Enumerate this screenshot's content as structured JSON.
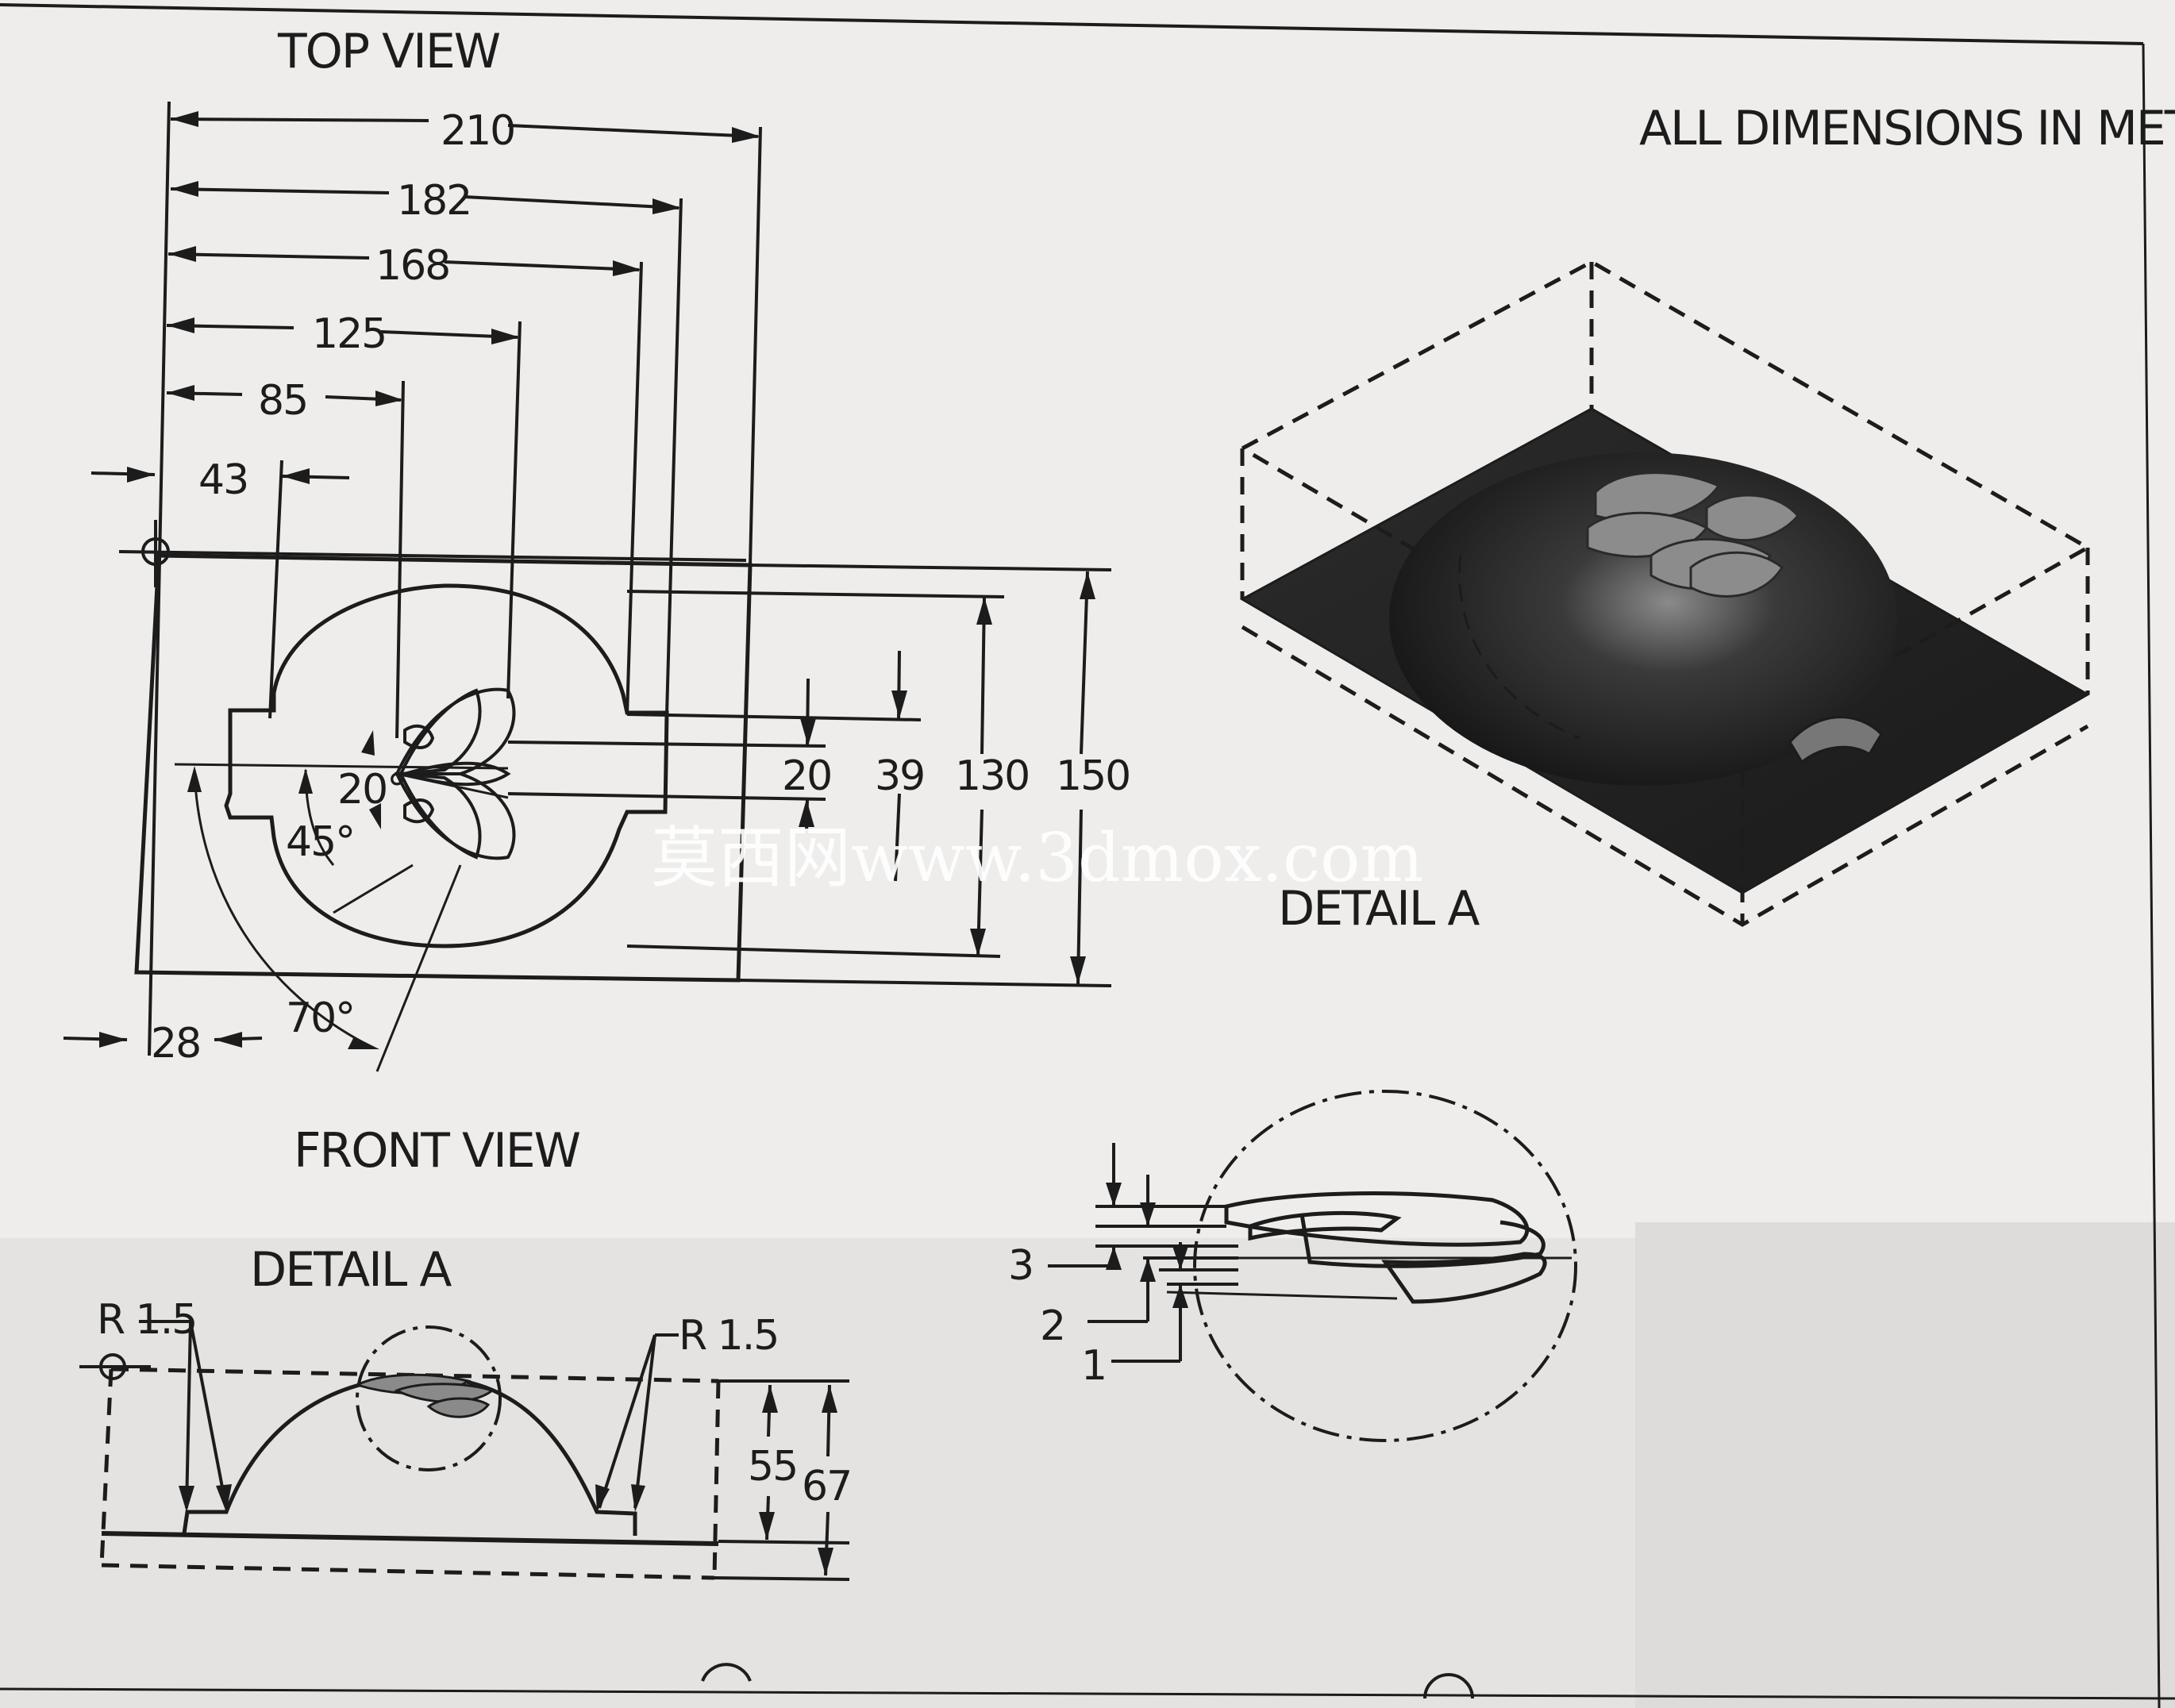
{
  "titles": {
    "top_view": "TOP VIEW",
    "front_view": "FRONT VIEW",
    "detail_a_front": "DETAIL  A",
    "detail_a_iso": "DETAIL  A",
    "units_note": "ALL DIMENSIONS IN METRIC"
  },
  "top_view_dims": {
    "d210": "210",
    "d182": "182",
    "d168": "168",
    "d125": "125",
    "d85": "85",
    "d43": "43",
    "d28": "28",
    "d20": "20",
    "d39": "39",
    "d130": "130",
    "d150": "150",
    "a20": "20°",
    "a45": "45°",
    "a70": "70°"
  },
  "front_view_dims": {
    "r_left": "R 1.5",
    "r_right": "R 1.5",
    "d55": "55",
    "d67": "67"
  },
  "detail_dims": {
    "d3": "3",
    "d2": "2",
    "d1": "1"
  },
  "watermark": "莫西网www.3dmox.com",
  "colors": {
    "paper": "#eeedeb",
    "ink": "#1c1c1c",
    "solid": "#2a2a2a"
  }
}
